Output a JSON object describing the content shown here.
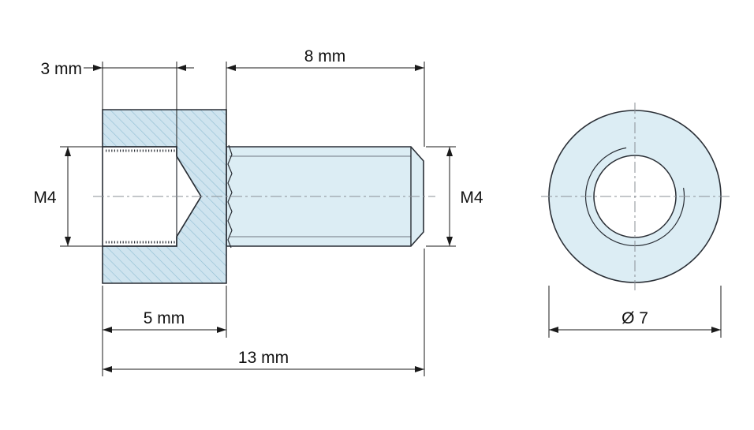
{
  "colors": {
    "body_fill": "#dcedf4",
    "hatch_fill": "#cfe4ef",
    "hatch_line": "#8ebdd3",
    "outline": "#2a2f36",
    "dimension": "#1a1a1a",
    "centerline": "#8a8f96"
  },
  "side_view": {
    "head_length_label": "5 mm",
    "socket_depth_label": "3 mm",
    "thread_length_label": "8 mm",
    "total_length_label": "13 mm",
    "socket_thread_label": "M4",
    "shaft_thread_label": "M4"
  },
  "end_view": {
    "head_diameter_label": "Ø 7"
  }
}
